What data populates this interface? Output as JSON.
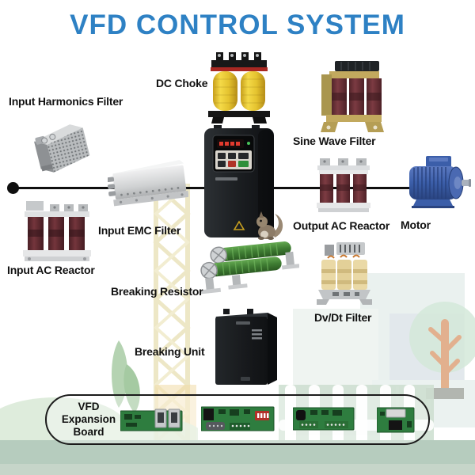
{
  "title": "VFD CONTROL SYSTEM",
  "labels": {
    "input_harmonics_filter": "Input Harmonics Filter",
    "dc_choke": "DC Choke",
    "sine_wave_filter": "Sine Wave Filter",
    "input_emc_filter": "Input EMC Filter",
    "output_ac_reactor": "Output AC Reactor",
    "motor": "Motor",
    "input_ac_reactor": "Input AC Reactor",
    "breaking_resistor": "Breaking Resistor",
    "dv_dt_filter": "Dv/Dt Filter",
    "breaking_unit": "Breaking Unit",
    "expansion_board_line1": "VFD",
    "expansion_board_line2": "Expansion",
    "expansion_board_line3": "Board"
  },
  "colors": {
    "title_blue": "#2e81c4",
    "label_text": "#111111",
    "power_line": "#0f0f0f",
    "pill_border": "#1b1b1b",
    "bottom_band": "#b6ccbe",
    "dc_choke_coil": "#e9c937",
    "reactor_coil": "#6b3038",
    "breaking_resistor_body": "#3f7d33",
    "motor_body": "#3b5ea9",
    "pcb_green": "#2e7d3f",
    "vfd_body": "#1b1e21"
  }
}
